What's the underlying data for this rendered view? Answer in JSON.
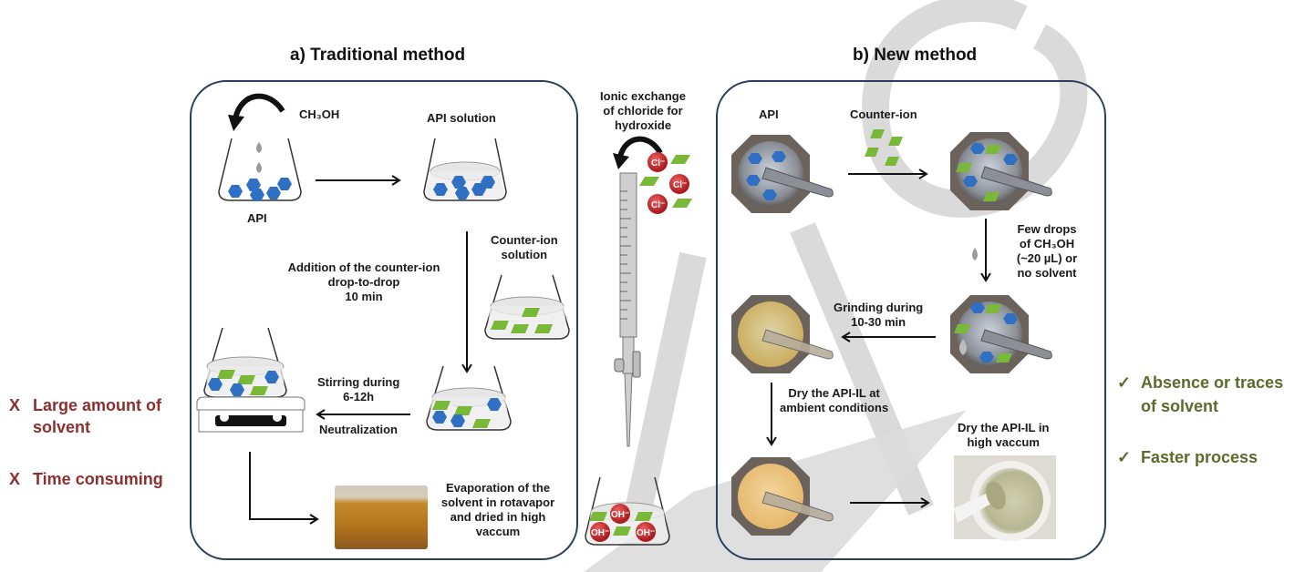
{
  "watermark": "gray large letters (partial) overlaid",
  "left_panel": {
    "title": "a) Traditional method",
    "reagent": "CH₃OH",
    "api_label": "API",
    "api_solution_label": "API solution",
    "counter_ion_solution_label": [
      "Counter-ion",
      "solution"
    ],
    "addition_label": [
      "Addition of the counter-ion",
      "drop-to-drop",
      "10 min"
    ],
    "stirring_label": [
      "Stirring during",
      "6-12h"
    ],
    "neutralization_label": "Neutralization",
    "evaporation_label": [
      "Evaporation of the",
      "solvent in rotavapor",
      "and dried in high",
      "vaccum"
    ]
  },
  "middle": {
    "ionic_exchange_label": [
      "Ionic exchange",
      "of chloride for",
      "hydroxide"
    ],
    "chloride_ion": "Cl⁻",
    "hydroxide_ion": "OH⁻"
  },
  "right_panel": {
    "title": "b) New method",
    "api_label": "API",
    "counter_ion_label": "Counter-ion",
    "few_drops_label": [
      "Few drops",
      "of CH₃OH",
      "(~20 µL) or",
      "no solvent"
    ],
    "grinding_label": [
      "Grinding during",
      "10-30 min"
    ],
    "dry_ambient_label": [
      "Dry the API-IL at",
      "ambient conditions"
    ],
    "dry_vacuum_label": [
      "Dry the API-IL in",
      "high vaccum"
    ]
  },
  "cons": {
    "marker": "X",
    "items": [
      [
        "Large amount of",
        "solvent"
      ],
      [
        "Time consuming"
      ]
    ],
    "color": "#8b2f2f"
  },
  "pros": {
    "marker": "✓",
    "items": [
      [
        "Absence or traces",
        "of solvent"
      ],
      [
        "Faster process"
      ]
    ],
    "color": "#5a6b2c"
  },
  "colors": {
    "api_hexagon": "#2f6fc4",
    "counter_ion": "#7ab83a",
    "ion_ball": "#c0262a",
    "panel_border": "#2b3d5a"
  }
}
